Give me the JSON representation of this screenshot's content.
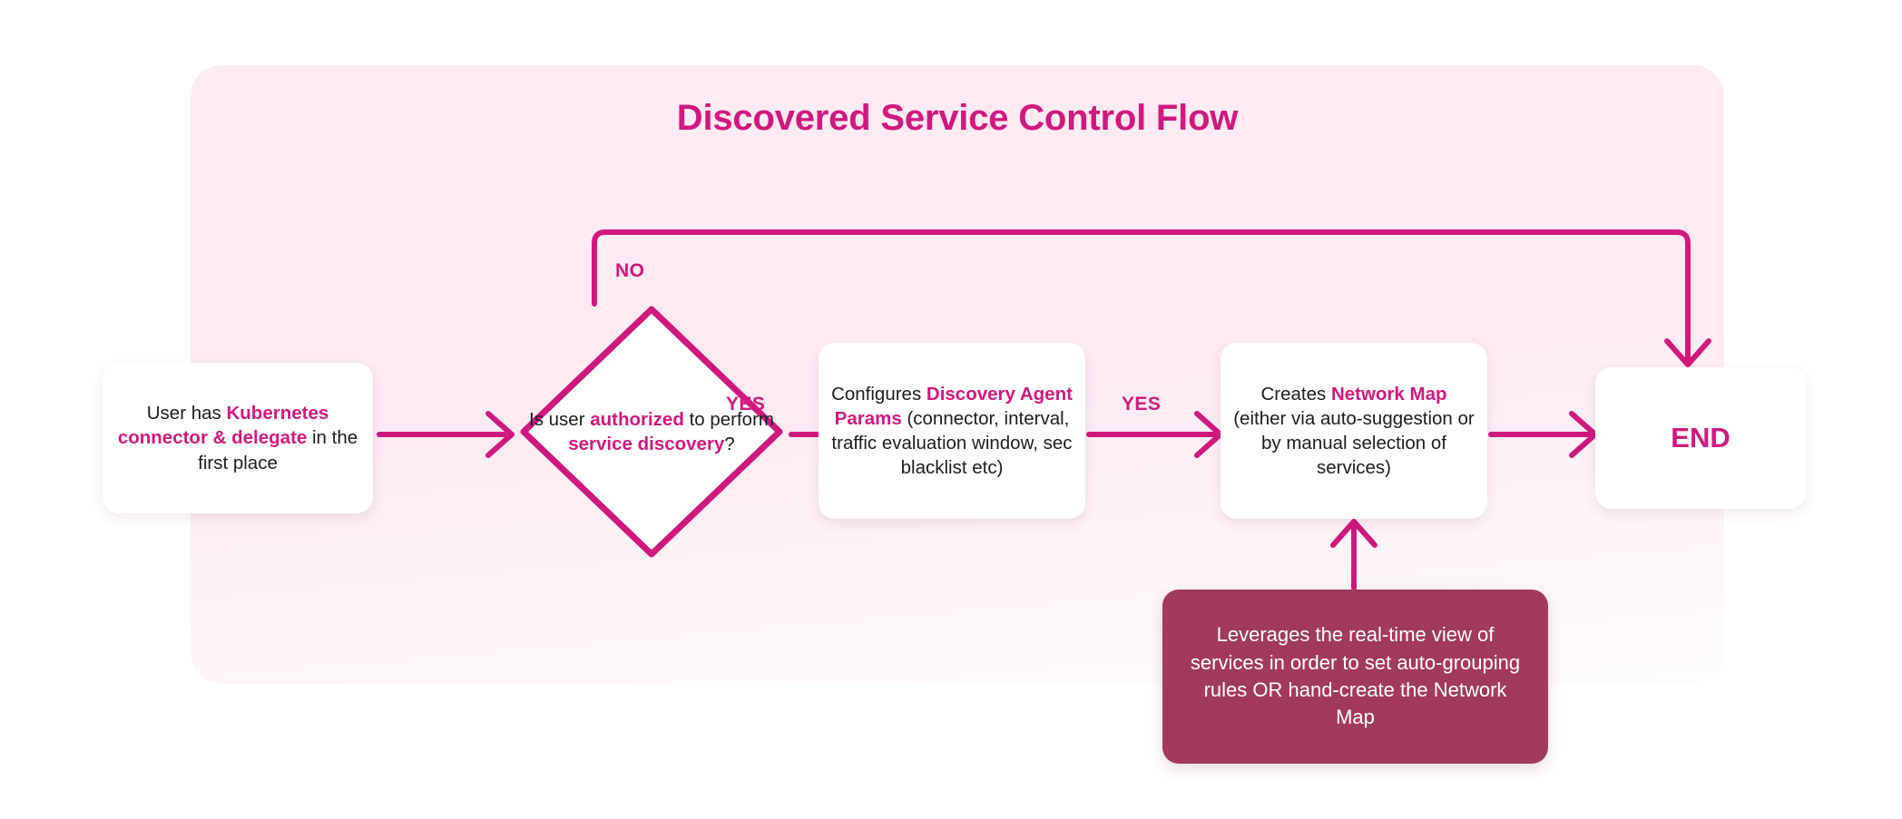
{
  "diagram": {
    "title": "Discovered Service Control Flow",
    "type": "flowchart",
    "colors": {
      "accent": "#d0197f",
      "panel_background": "#fdeaf3",
      "note_background": "#a23a5d",
      "node_background": "#ffffff",
      "text": "#1d1d1f"
    },
    "nodes": {
      "start": {
        "shape": "rounded-rect",
        "text": "User has Kubernetes connector & delegate in the first place",
        "segments": [
          {
            "text": "User has ",
            "highlight": false
          },
          {
            "text": "Kubernetes connector & delegate",
            "highlight": true
          },
          {
            "text": " in the first place",
            "highlight": false
          }
        ]
      },
      "decision": {
        "shape": "diamond",
        "text": "Is user authorized to perform service discovery?",
        "segments": [
          {
            "text": "Is user ",
            "highlight": false
          },
          {
            "text": "authorized",
            "highlight": true
          },
          {
            "text": " to perform ",
            "highlight": false
          },
          {
            "text": "service discovery",
            "highlight": true
          },
          {
            "text": "?",
            "highlight": false
          }
        ]
      },
      "params": {
        "shape": "rounded-rect",
        "text": "Configures Discovery Agent Params (connector, interval, traffic evaluation window, sec blacklist etc)",
        "segments": [
          {
            "text": "Configures ",
            "highlight": false
          },
          {
            "text": "Discovery Agent Params",
            "highlight": true
          },
          {
            "text": " (connector, interval, traffic evaluation window, sec blacklist etc)",
            "highlight": false
          }
        ]
      },
      "map": {
        "shape": "rounded-rect",
        "text": "Creates Network Map (either via auto-suggestion or by manual selection of services)",
        "segments": [
          {
            "text": "Creates ",
            "highlight": false
          },
          {
            "text": "Network Map",
            "highlight": true
          },
          {
            "text": " (either via auto-suggestion or by manual selection of services)",
            "highlight": false
          }
        ]
      },
      "end": {
        "shape": "rounded-rect",
        "text": "END"
      },
      "note": {
        "shape": "rounded-rect-filled",
        "text": "Leverages the real-time view of services in order to set auto-grouping rules OR hand-create the Network Map"
      }
    },
    "edges": [
      {
        "id": "start-to-decision",
        "from": "start",
        "to": "decision",
        "label": ""
      },
      {
        "id": "decision-no",
        "from": "decision",
        "to": "end",
        "label": "NO"
      },
      {
        "id": "decision-yes",
        "from": "decision",
        "to": "params",
        "label": "YES"
      },
      {
        "id": "params-to-map",
        "from": "params",
        "to": "map",
        "label": "YES"
      },
      {
        "id": "map-to-end",
        "from": "map",
        "to": "end",
        "label": ""
      },
      {
        "id": "note-to-map",
        "from": "note",
        "to": "map",
        "label": ""
      }
    ]
  }
}
